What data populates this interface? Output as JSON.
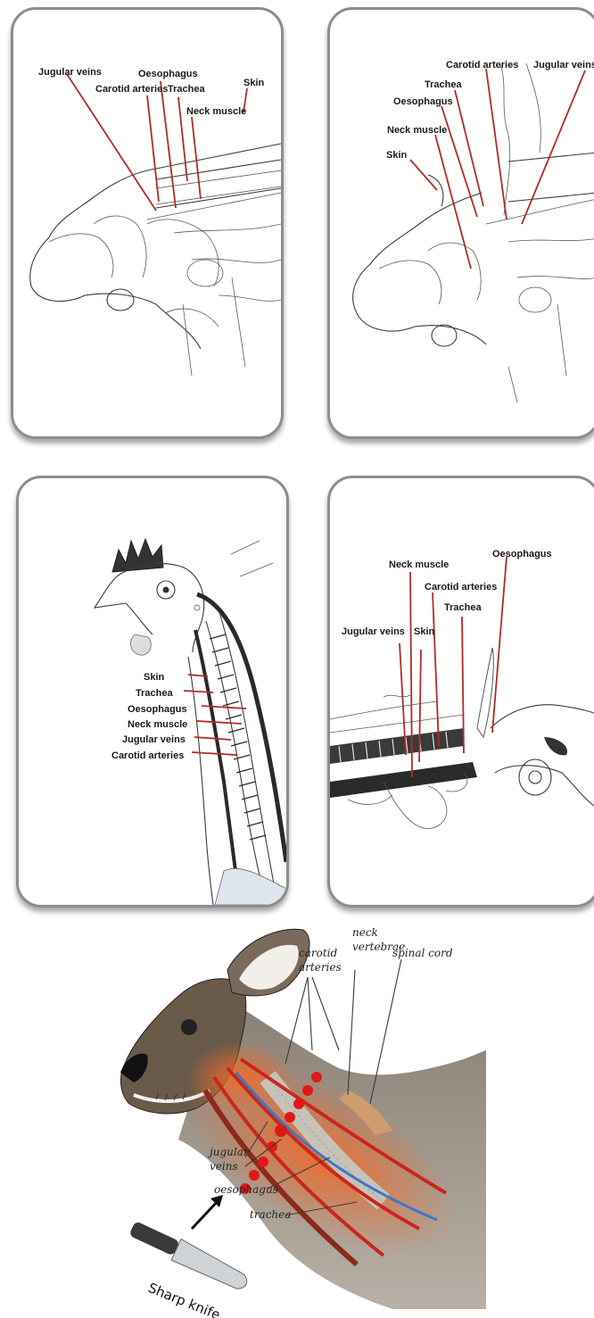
{
  "panels": {
    "p1": {
      "labels": [
        "Jugular veins",
        "Oesophagus",
        "Carotid arteries",
        "Trachea",
        "Skin",
        "Neck muscle"
      ]
    },
    "p2": {
      "labels": [
        "Carotid arteries",
        "Jugular veins",
        "Trachea",
        "Oesophagus",
        "Neck muscle",
        "Skin"
      ]
    },
    "p3": {
      "labels": [
        "Skin",
        "Trachea",
        "Oesophagus",
        "Neck muscle",
        "Jugular veins",
        "Carotid arteries"
      ]
    },
    "p4": {
      "labels": [
        "Neck muscle",
        "Oesophagus",
        "Carotid arteries",
        "Trachea",
        "Jugular veins",
        "Skin"
      ]
    }
  },
  "goat": {
    "labels": {
      "neck_vertebrae": [
        "neck",
        "vertebrae"
      ],
      "carotid_arteries": [
        "carotid",
        "arteries"
      ],
      "spinal_cord": "spinal cord",
      "jugular_veins": [
        "jugular",
        "veins"
      ],
      "oesophagus": "oesophagus",
      "trachea": "trachea",
      "knife": "Sharp knife"
    },
    "colors": {
      "artery": "#c8261f",
      "vein": "#3a78c8",
      "glow": "#f06a2a",
      "cut": "#e01818"
    }
  }
}
